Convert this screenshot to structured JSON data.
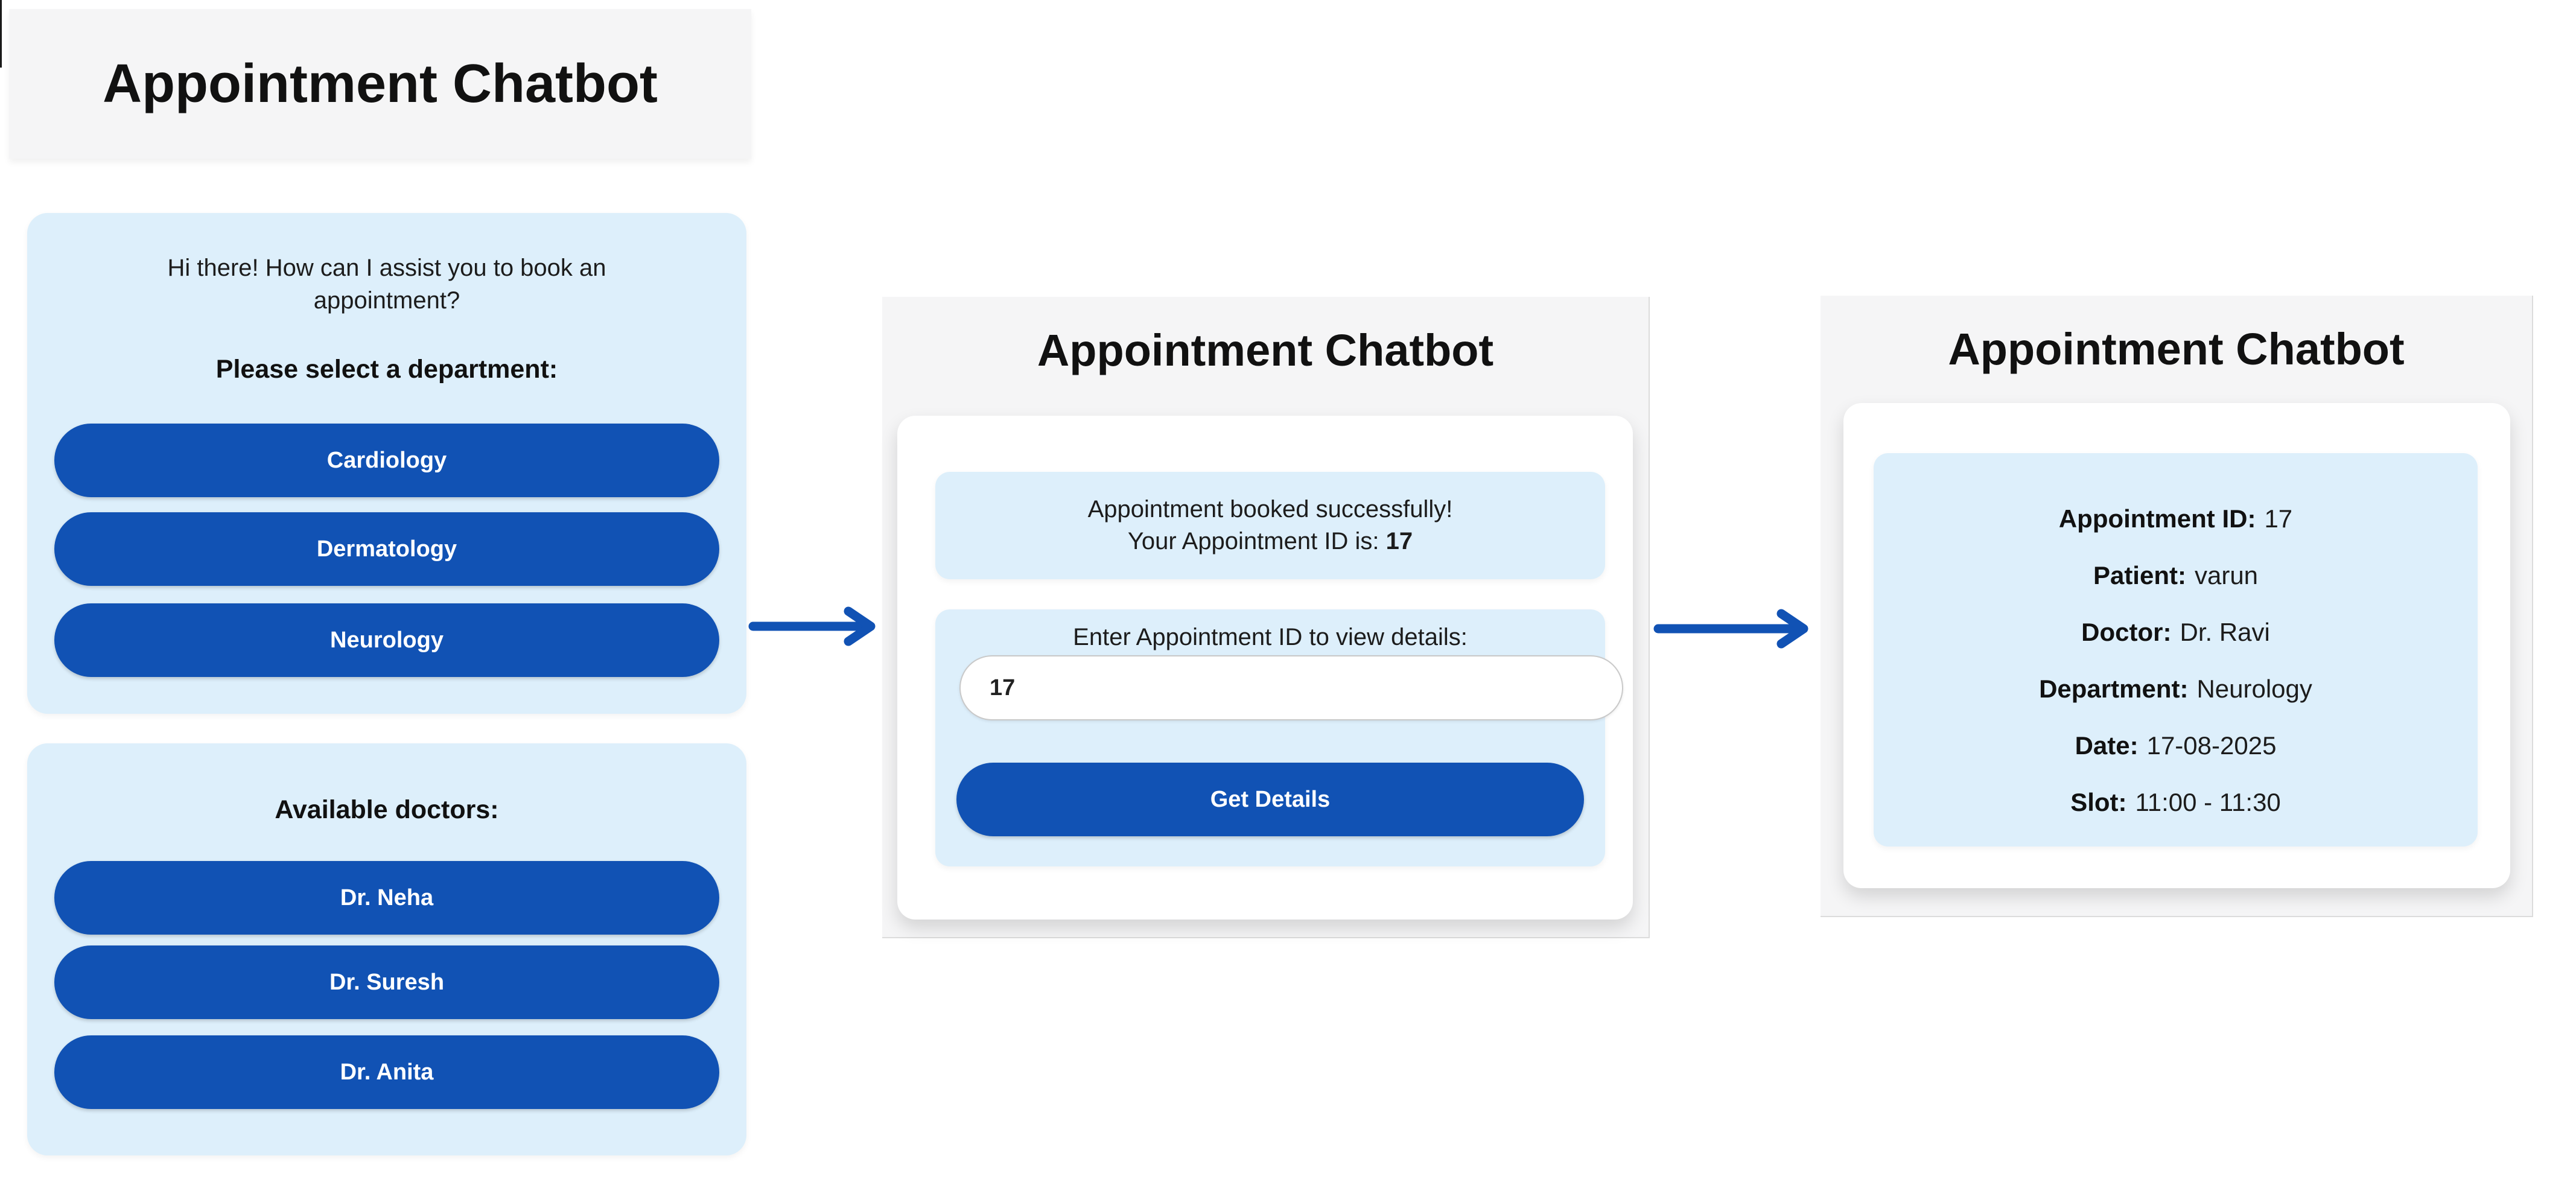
{
  "colors": {
    "accent_blue": "#1152b4",
    "light_blue": "#ddeffb",
    "panel_gray": "#f5f5f6"
  },
  "left_panel": {
    "title": "Appointment Chatbot",
    "greeting": "Hi there! How can I assist you to book an appointment?",
    "department_prompt": "Please select a department:",
    "departments": [
      "Cardiology",
      "Dermatology",
      "Neurology"
    ],
    "doctors_heading": "Available doctors:",
    "doctors": [
      "Dr. Neha",
      "Dr. Suresh",
      "Dr. Anita"
    ]
  },
  "middle_panel": {
    "title": "Appointment Chatbot",
    "success_line1": "Appointment booked successfully!",
    "success_line2_label": "Your Appointment ID is:",
    "success_id": "17",
    "input_prompt": "Enter Appointment ID to view details:",
    "input_value": "17",
    "get_details_label": "Get Details"
  },
  "right_panel": {
    "title": "Appointment Chatbot",
    "details": [
      {
        "label": "Appointment ID:",
        "value": "17"
      },
      {
        "label": "Patient:",
        "value": "varun"
      },
      {
        "label": "Doctor:",
        "value": "Dr. Ravi"
      },
      {
        "label": "Department:",
        "value": "Neurology"
      },
      {
        "label": "Date:",
        "value": "17-08-2025"
      },
      {
        "label": "Slot:",
        "value": "11:00 - 11:30"
      }
    ]
  }
}
